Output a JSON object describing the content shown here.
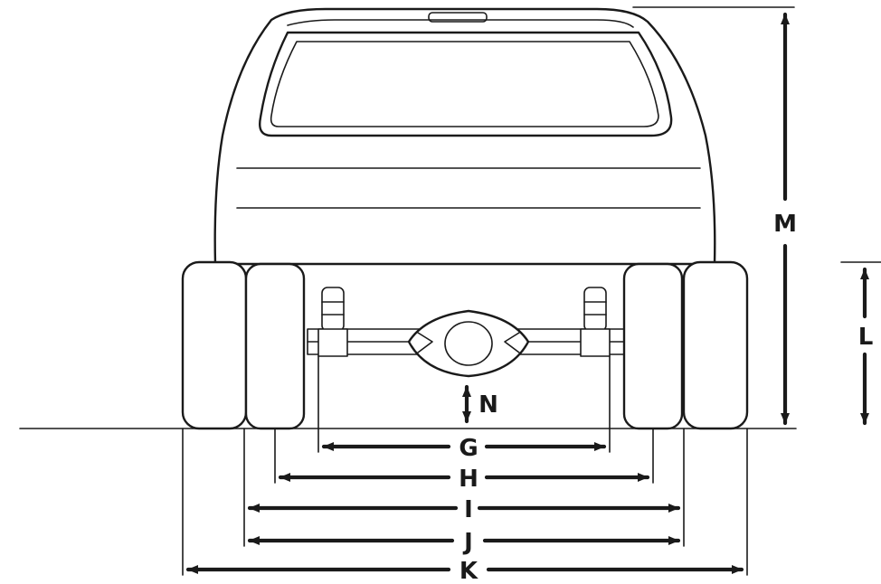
{
  "diagram": {
    "dimension_labels": {
      "G": "G",
      "H": "H",
      "I": "I",
      "J": "J",
      "K": "K",
      "L": "L",
      "M": "M",
      "N": "N"
    }
  }
}
